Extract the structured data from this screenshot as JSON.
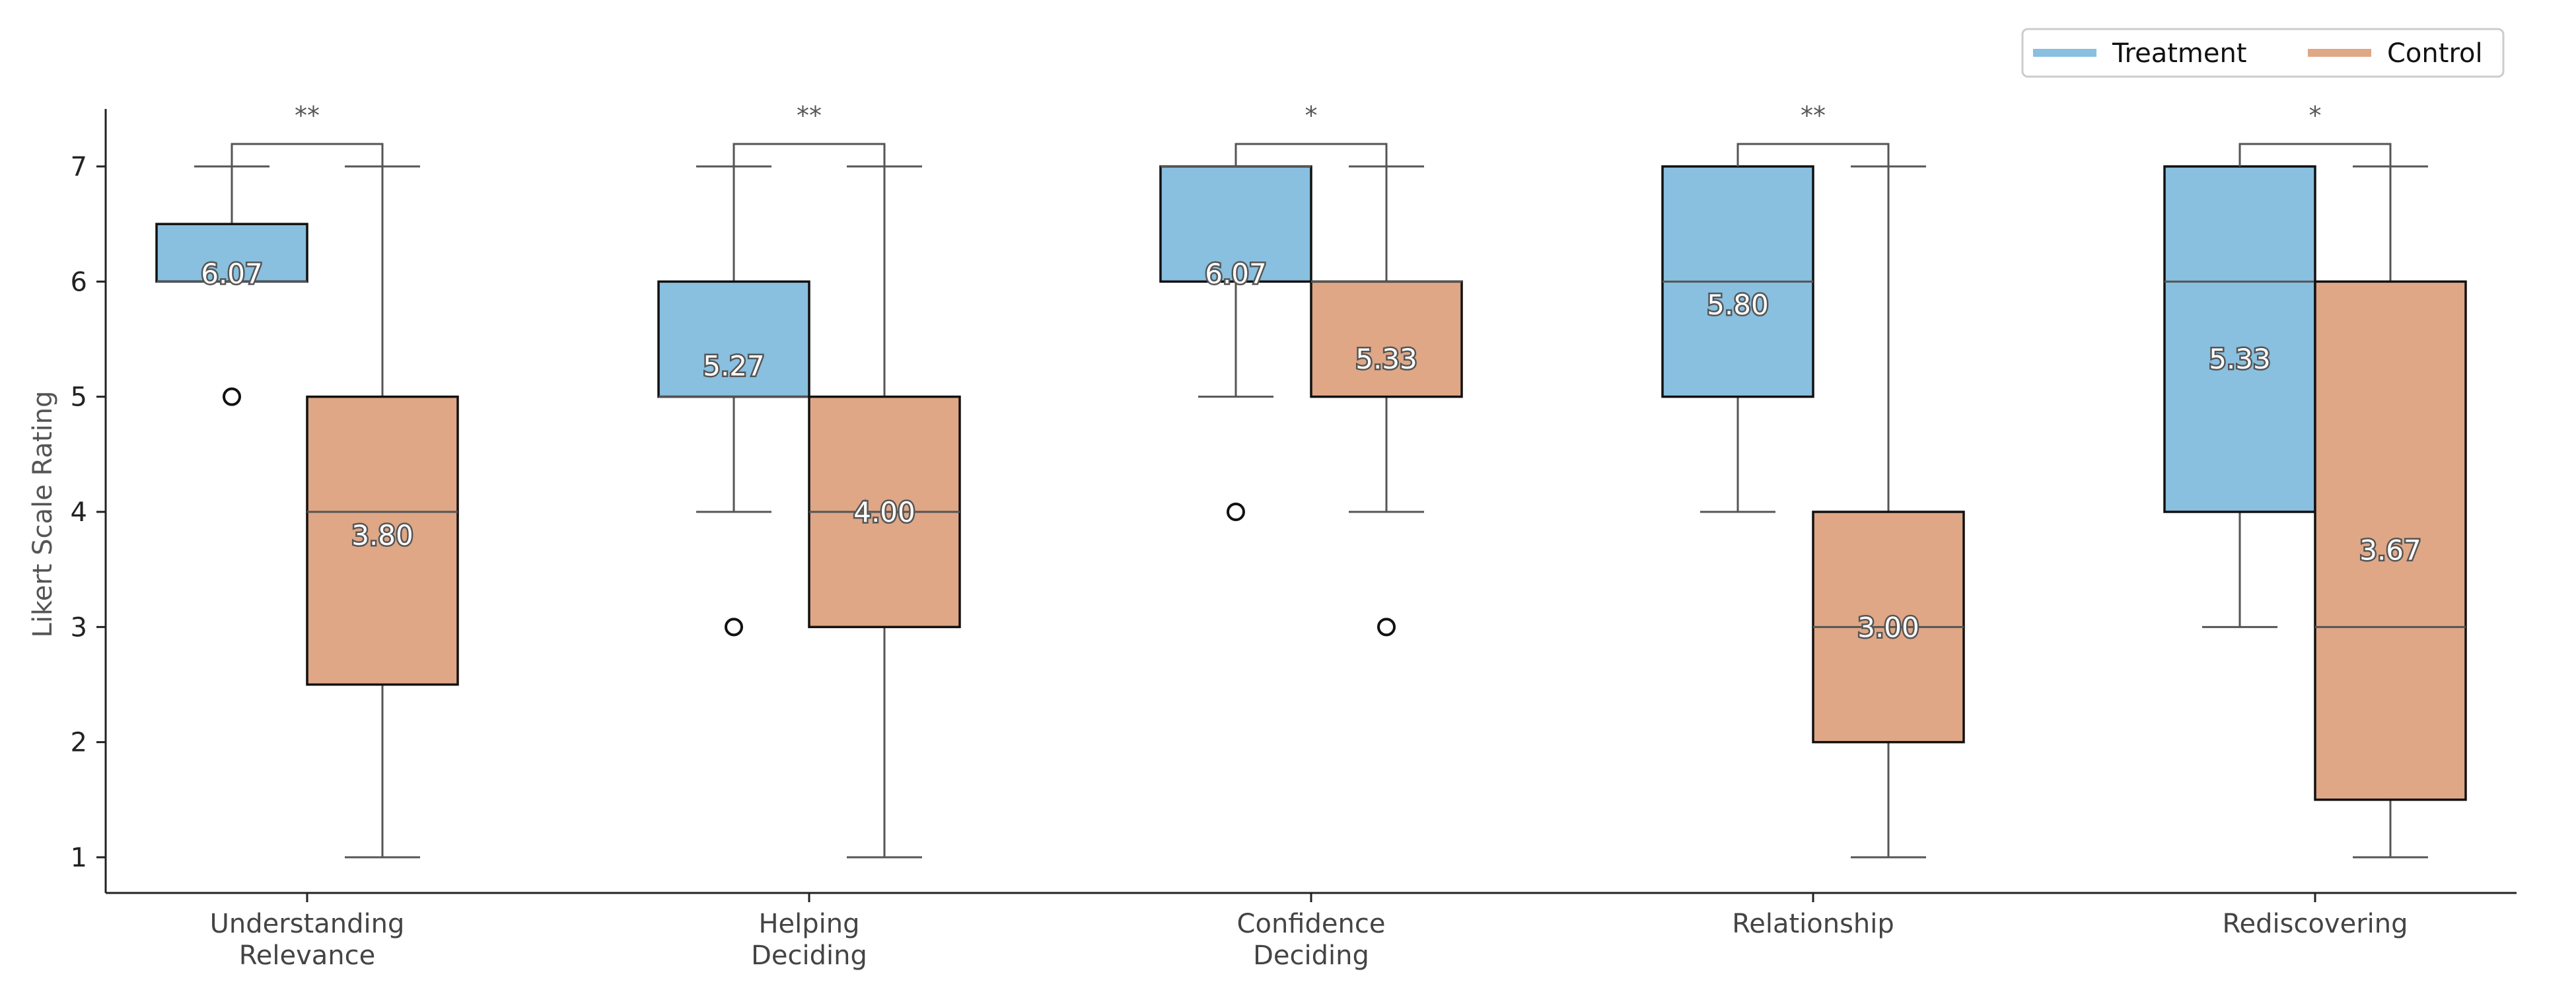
{
  "chart_data": {
    "type": "box",
    "ylabel": "Likert Scale Rating",
    "xlabel": "",
    "ylim": [
      0.7,
      7.5
    ],
    "yticks": [
      1,
      2,
      3,
      4,
      5,
      6,
      7
    ],
    "grid": false,
    "legend_position": "top-right",
    "colors": {
      "Treatment": "#89bfdf",
      "Control": "#dfa786"
    },
    "categories": [
      [
        "Understanding",
        "Relevance"
      ],
      [
        "Helping",
        "Deciding"
      ],
      [
        "Confidence",
        "Deciding"
      ],
      [
        "Relationship"
      ],
      [
        "Rediscovering"
      ]
    ],
    "series": [
      {
        "name": "Treatment",
        "boxes": [
          {
            "whisker_low": 6,
            "q1": 6,
            "median": 6,
            "q3": 6.5,
            "whisker_high": 7,
            "mean_label": "6.07",
            "outliers": [
              5
            ]
          },
          {
            "whisker_low": 4,
            "q1": 5,
            "median": 5,
            "q3": 6,
            "whisker_high": 7,
            "mean_label": "5.27",
            "outliers": [
              3
            ]
          },
          {
            "whisker_low": 5,
            "q1": 6,
            "median": 7,
            "q3": 7,
            "whisker_high": 7,
            "mean_label": "6.07",
            "outliers": [
              4
            ]
          },
          {
            "whisker_low": 4,
            "q1": 5,
            "median": 6,
            "q3": 7,
            "whisker_high": 7,
            "mean_label": "5.80",
            "outliers": []
          },
          {
            "whisker_low": 3,
            "q1": 4,
            "median": 6,
            "q3": 7,
            "whisker_high": 7,
            "mean_label": "5.33",
            "outliers": []
          }
        ]
      },
      {
        "name": "Control",
        "boxes": [
          {
            "whisker_low": 1,
            "q1": 2.5,
            "median": 4,
            "q3": 5,
            "whisker_high": 7,
            "mean_label": "3.80",
            "outliers": []
          },
          {
            "whisker_low": 1,
            "q1": 3,
            "median": 4,
            "q3": 5,
            "whisker_high": 7,
            "mean_label": "4.00",
            "outliers": []
          },
          {
            "whisker_low": 4,
            "q1": 5,
            "median": 6,
            "q3": 6,
            "whisker_high": 7,
            "mean_label": "5.33",
            "outliers": [
              3
            ]
          },
          {
            "whisker_low": 1,
            "q1": 2,
            "median": 3,
            "q3": 4,
            "whisker_high": 7,
            "mean_label": "3.00",
            "outliers": []
          },
          {
            "whisker_low": 1,
            "q1": 1.5,
            "median": 3,
            "q3": 6,
            "whisker_high": 7,
            "mean_label": "3.67",
            "outliers": []
          }
        ]
      }
    ],
    "significance": [
      "**",
      "**",
      "*",
      "**",
      "*"
    ]
  }
}
